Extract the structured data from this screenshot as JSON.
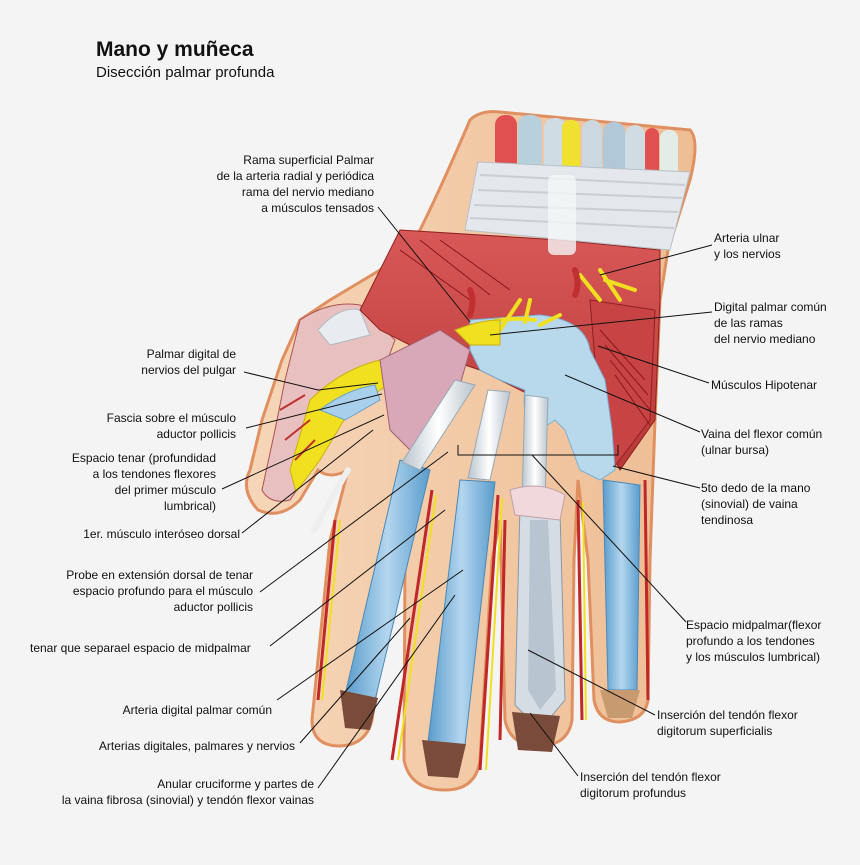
{
  "title": "Mano y muñeca",
  "subtitle": "Disección palmar profunda",
  "labels": {
    "rama_superficial": "Rama superficial Palmar\nde la arteria radial y periódica\nrama del nervio mediano\na músculos tensados",
    "arteria_ulnar": "Arteria ulnar\ny los nervios",
    "digital_palmar_comun": "Digital palmar común\nde las ramas\ndel nervio mediano",
    "palmar_digital_pulgar": "Palmar digital de\nnervios del pulgar",
    "musculos_hipotenar": "Músculos Hipotenar",
    "fascia_aductor": "Fascia sobre el músculo\naductor pollicis",
    "vaina_flexor_comun": "Vaina del flexor común\n(ulnar bursa)",
    "espacio_tenar": "Espacio tenar (profundidad\na los tendones flexores\ndel primer músculo\nlumbrical)",
    "quinto_dedo": "5to dedo de la mano\n(sinovial) de vaina\ntendinosa",
    "interoseo_dorsal": "1er. músculo interóseo dorsal",
    "probe_extension": "Probe en extensión dorsal de tenar\nespacio profundo para el músculo\naductor pollicis",
    "espacio_midpalmar": "Espacio midpalmar(flexor\nprofundo a los tendones\ny los músculos lumbrical)",
    "tenar_separa": "tenar que separael espacio de midpalmar",
    "arteria_digital_comun": "Arteria digital palmar común",
    "insercion_superficialis": "Inserción del tendón flexor\ndigitorum superficialis",
    "arterias_digitales": "Arterias digitales, palmares y nervios",
    "insercion_profundus": "Inserción del tendón flexor\ndigitorum profundus",
    "anular_cruciforme": "Anular cruciforme y partes de\nla vaina fibrosa (sinovial) y tendón flexor vainas"
  },
  "colors": {
    "background": "#f4f4f4",
    "skin": "#f2c9a4",
    "skin_edge": "#e0a070",
    "muscle": "#d04a4a",
    "muscle_dark": "#a8282a",
    "tendon": "#e8f0f4",
    "sheath": "#9cc8e4",
    "sheath_dark": "#5a9ccc",
    "nerve": "#f0e020",
    "retinaculum": "#e4e8ec",
    "bursa": "#b8d8ec",
    "leader_line": "#111111"
  }
}
